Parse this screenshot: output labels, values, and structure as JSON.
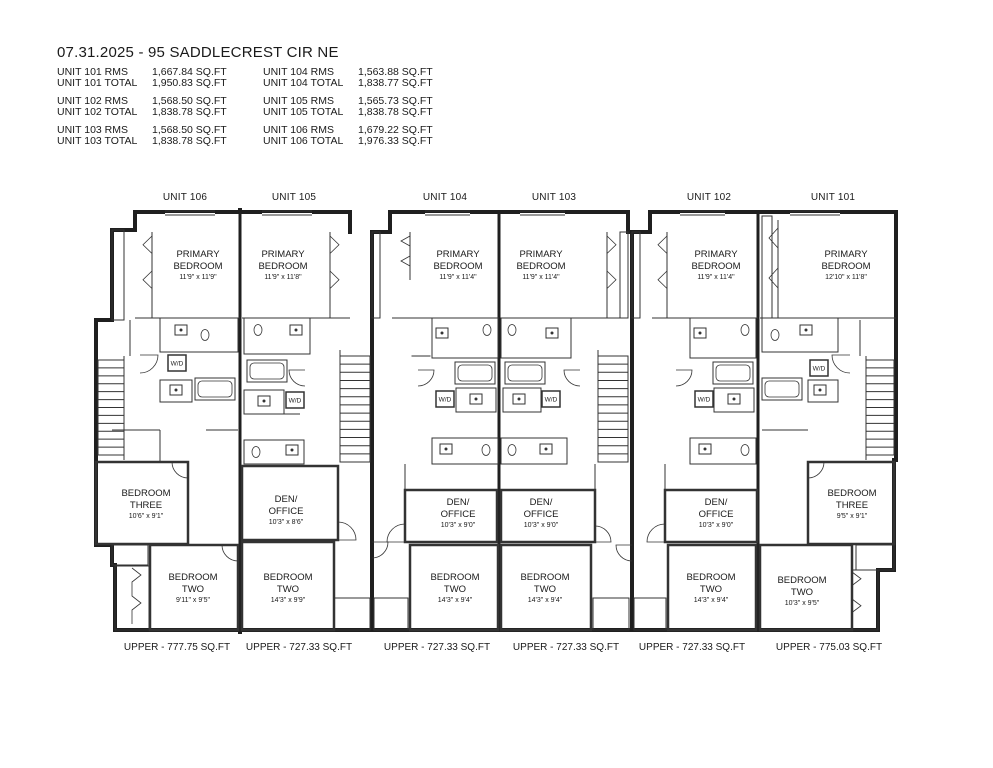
{
  "header": {
    "title": "07.31.2025 - 95 SADDLECREST CIR NE"
  },
  "area_columns": [
    [
      {
        "rows": [
          {
            "label": "UNIT 101 RMS",
            "value": "1,667.84 SQ.FT"
          },
          {
            "label": "UNIT 101 TOTAL",
            "value": "1,950.83 SQ.FT"
          }
        ]
      },
      {
        "rows": [
          {
            "label": "UNIT 102 RMS",
            "value": "1,568.50 SQ.FT"
          },
          {
            "label": "UNIT 102 TOTAL",
            "value": "1,838.78 SQ.FT"
          }
        ]
      },
      {
        "rows": [
          {
            "label": "UNIT 103 RMS",
            "value": "1,568.50 SQ.FT"
          },
          {
            "label": "UNIT 103 TOTAL",
            "value": "1,838.78 SQ.FT"
          }
        ]
      }
    ],
    [
      {
        "rows": [
          {
            "label": "UNIT 104 RMS",
            "value": "1,563.88 SQ.FT"
          },
          {
            "label": "UNIT 104 TOTAL",
            "value": "1,838.77 SQ.FT"
          }
        ]
      },
      {
        "rows": [
          {
            "label": "UNIT 105 RMS",
            "value": "1,565.73 SQ.FT"
          },
          {
            "label": "UNIT 105 TOTAL",
            "value": "1,838.78 SQ.FT"
          }
        ]
      },
      {
        "rows": [
          {
            "label": "UNIT 106 RMS",
            "value": "1,679.22 SQ.FT"
          },
          {
            "label": "UNIT 106 TOTAL",
            "value": "1,976.33 SQ.FT"
          }
        ]
      }
    ]
  ],
  "units": [
    {
      "name": "UNIT 106",
      "upper": "UPPER - 777.75 SQ.FT",
      "primary": {
        "label": [
          "PRIMARY",
          "BEDROOM"
        ],
        "dim": "11'9\" x 11'9\""
      },
      "second": {
        "label": [
          "BEDROOM",
          "THREE"
        ],
        "dim": "10'6\" x 9'1\""
      },
      "third": {
        "label": [
          "BEDROOM",
          "TWO"
        ],
        "dim": "9'11\" x 9'5\""
      }
    },
    {
      "name": "UNIT 105",
      "upper": "UPPER - 727.33 SQ.FT",
      "primary": {
        "label": [
          "PRIMARY",
          "BEDROOM"
        ],
        "dim": "11'9\" x 11'8\""
      },
      "second": {
        "label": [
          "DEN/",
          "OFFICE"
        ],
        "dim": "10'3\" x 8'6\""
      },
      "third": {
        "label": [
          "BEDROOM",
          "TWO"
        ],
        "dim": "14'3\" x 9'9\""
      }
    },
    {
      "name": "UNIT 104",
      "upper": "UPPER - 727.33 SQ.FT",
      "primary": {
        "label": [
          "PRIMARY",
          "BEDROOM"
        ],
        "dim": "11'9\" x 11'4\""
      },
      "second": {
        "label": [
          "DEN/",
          "OFFICE"
        ],
        "dim": "10'3\" x 9'0\""
      },
      "third": {
        "label": [
          "BEDROOM",
          "TWO"
        ],
        "dim": "14'3\" x 9'4\""
      }
    },
    {
      "name": "UNIT 103",
      "upper": "UPPER - 727.33 SQ.FT",
      "primary": {
        "label": [
          "PRIMARY",
          "BEDROOM"
        ],
        "dim": "11'9\" x 11'4\""
      },
      "second": {
        "label": [
          "DEN/",
          "OFFICE"
        ],
        "dim": "10'3\" x 9'0\""
      },
      "third": {
        "label": [
          "BEDROOM",
          "TWO"
        ],
        "dim": "14'3\" x 9'4\""
      }
    },
    {
      "name": "UNIT 102",
      "upper": "UPPER - 727.33 SQ.FT",
      "primary": {
        "label": [
          "PRIMARY",
          "BEDROOM"
        ],
        "dim": "11'9\" x 11'4\""
      },
      "second": {
        "label": [
          "DEN/",
          "OFFICE"
        ],
        "dim": "10'3\" x 9'0\""
      },
      "third": {
        "label": [
          "BEDROOM",
          "TWO"
        ],
        "dim": "14'3\" x 9'4\""
      }
    },
    {
      "name": "UNIT 101",
      "upper": "UPPER - 775.03 SQ.FT",
      "primary": {
        "label": [
          "PRIMARY",
          "BEDROOM"
        ],
        "dim": "12'10\" x 11'8\""
      },
      "second": {
        "label": [
          "BEDROOM",
          "THREE"
        ],
        "dim": "9'5\" x 9'1\""
      },
      "third": {
        "label": [
          "BEDROOM",
          "TWO"
        ],
        "dim": "10'3\" x 9'5\""
      }
    }
  ],
  "washer_dryer_label": "W/D",
  "colors": {
    "wall": "#1f1f1f",
    "line": "#333333",
    "background": "#ffffff"
  }
}
